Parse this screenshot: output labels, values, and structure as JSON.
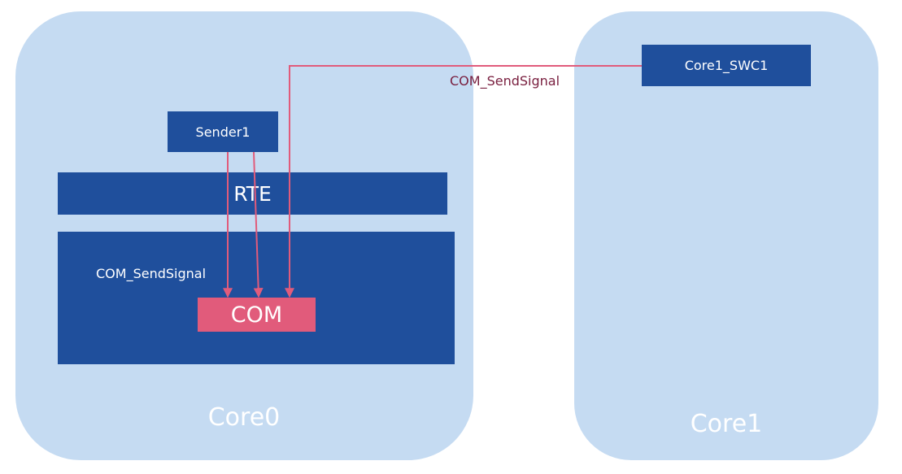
{
  "cores": {
    "core0": {
      "label": "Core0"
    },
    "core1": {
      "label": "Core1"
    }
  },
  "components": {
    "sender1": "Sender1",
    "rte": "RTE",
    "com": "COM",
    "core1_swc1": "Core1_SWC1"
  },
  "signals": {
    "inner_label": "COM_SendSignal",
    "cross_core_label": "COM_SendSignal"
  },
  "colors": {
    "core_fill": "#c5dbf2",
    "component_fill": "#1f4f9c",
    "com_fill": "#e15b7b",
    "arrow": "#e15b7b",
    "cross_label_text": "#7a2040"
  }
}
